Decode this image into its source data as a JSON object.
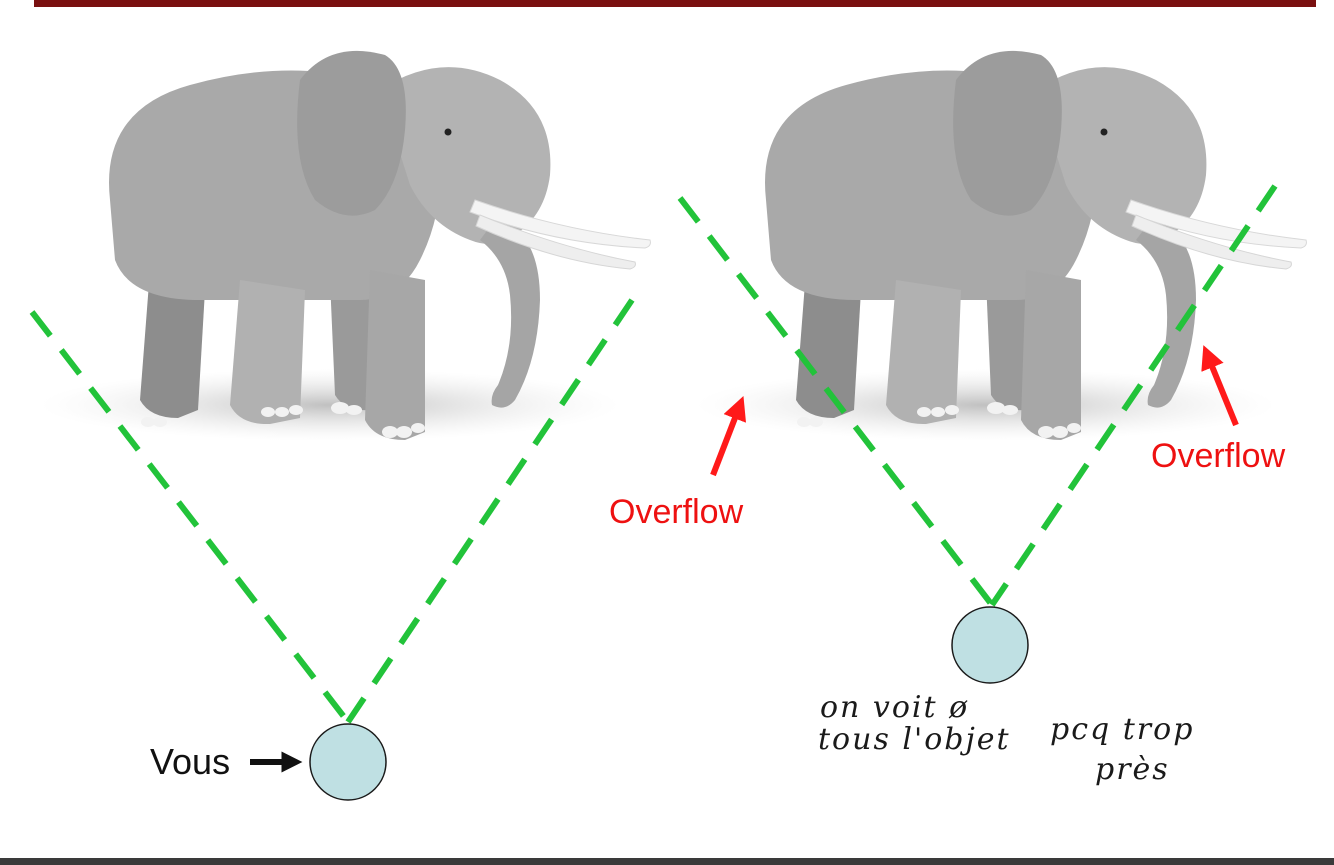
{
  "labels": {
    "you": "Vous",
    "overflow_left": "Overflow",
    "overflow_right": "Overflow"
  },
  "handwritten_note": {
    "line1": "on voit ø",
    "line2": "tous l'objet",
    "line3": "pcq trop",
    "line4": "près"
  },
  "colors": {
    "frustum": "#22c33a",
    "viewer": "#bfe0e3",
    "arrow_overflow": "#ff1a1a",
    "overflow_text": "#ee1111",
    "header_rule": "#7a1010",
    "footer_bar": "#3a3a3a"
  },
  "icons": {
    "elephant": "elephant-illustration",
    "viewer": "camera-circle"
  }
}
